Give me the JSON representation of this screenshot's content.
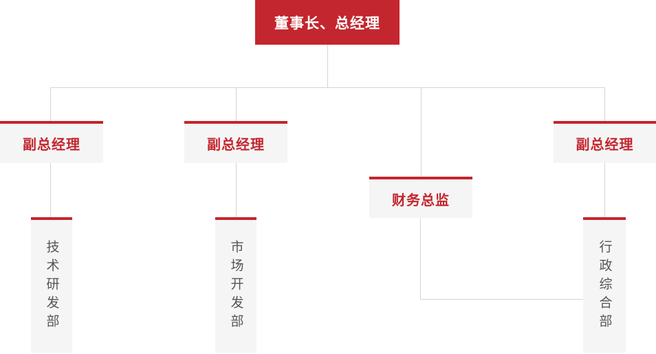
{
  "diagram": {
    "type": "org-chart",
    "root": {
      "label": "董事长、总经理"
    },
    "level2": {
      "vp_left": {
        "label": "副总经理"
      },
      "vp_mid": {
        "label": "副总经理"
      },
      "cfo": {
        "label": "财务总监"
      },
      "vp_right": {
        "label": "副总经理"
      }
    },
    "level3": {
      "dept_tech": {
        "label": "技术研发部"
      },
      "dept_market": {
        "label": "市场开发部"
      },
      "dept_admin": {
        "label": "行政综合部"
      }
    },
    "edges": [
      [
        "root",
        "vp_left"
      ],
      [
        "root",
        "vp_mid"
      ],
      [
        "root",
        "cfo"
      ],
      [
        "root",
        "vp_right"
      ],
      [
        "vp_left",
        "dept_tech"
      ],
      [
        "vp_mid",
        "dept_market"
      ],
      [
        "vp_right",
        "dept_admin"
      ],
      [
        "cfo",
        "dept_admin"
      ]
    ]
  },
  "colors": {
    "accent_red": "#c3262e",
    "box_bg": "#f5f5f5",
    "line": "#d4d4d4",
    "dept_text": "#555555"
  }
}
